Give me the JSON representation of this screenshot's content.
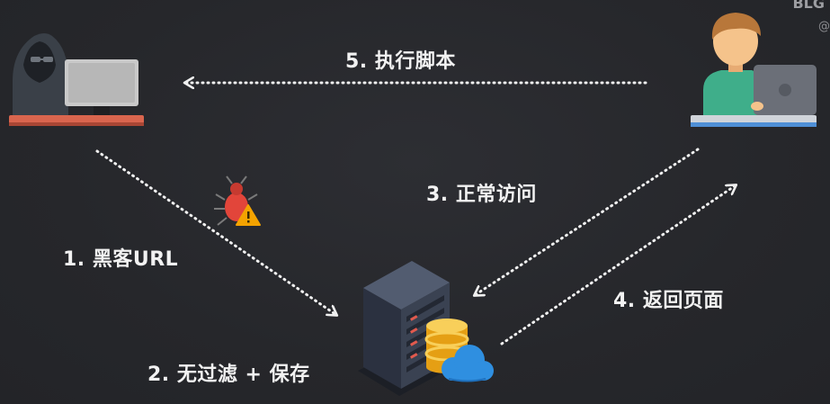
{
  "steps": {
    "step1": "1. 黑客URL",
    "step2": "2. 无过滤 + 保存",
    "step3": "3. 正常访问",
    "step4": "4. 返回页面",
    "step5": "5. 执行脚本"
  },
  "watermark": {
    "top": "BLG",
    "at": "@"
  },
  "icons": [
    "hacker-icon",
    "user-icon",
    "server-icon",
    "database-icon",
    "cloud-icon",
    "bug-icon",
    "warning-icon"
  ],
  "colors": {
    "background": "#27282c",
    "arrow": "#f0f0f0",
    "hood": "#3a4048",
    "skin": "#f5c38b",
    "hair": "#b8773a",
    "shirt": "#3fae8a",
    "monitor": "#c9c9c9",
    "desk": "#d9654e",
    "server": "#3a4252",
    "server_led": "#e25a4e",
    "database": "#f6b92b",
    "cloud": "#2f8fe0",
    "bug": "#e2453a",
    "warning": "#f4a300"
  }
}
